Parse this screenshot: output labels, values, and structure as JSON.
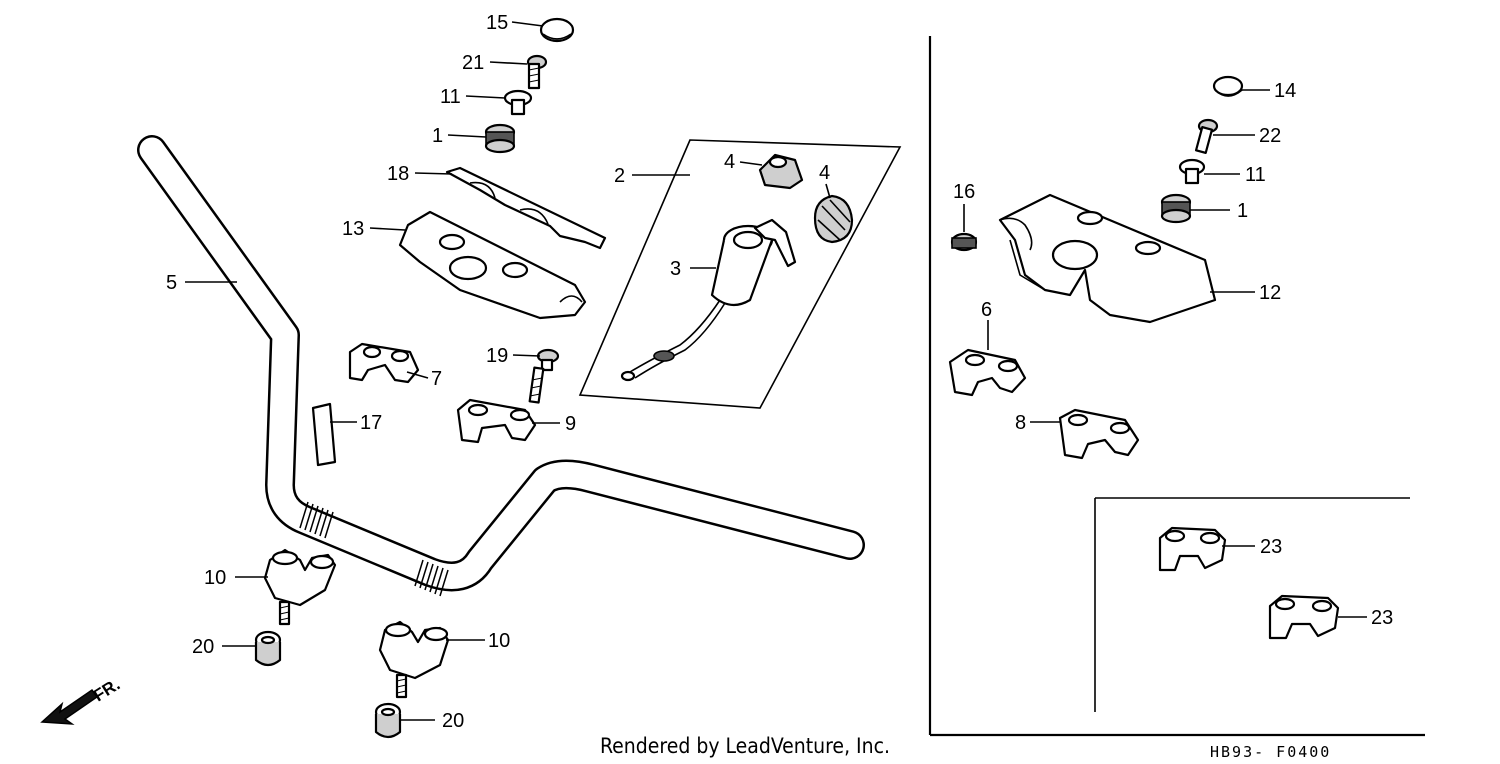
{
  "diagram": {
    "labels": {
      "p1a": "1",
      "p1b": "1",
      "p2": "2",
      "p3": "3",
      "p4a": "4",
      "p4b": "4",
      "p5": "5",
      "p6": "6",
      "p7": "7",
      "p8": "8",
      "p9": "9",
      "p10a": "10",
      "p10b": "10",
      "p11a": "11",
      "p11b": "11",
      "p12": "12",
      "p13": "13",
      "p14": "14",
      "p15": "15",
      "p16": "16",
      "p17": "17",
      "p18": "18",
      "p19": "19",
      "p20a": "20",
      "p20b": "20",
      "p21": "21",
      "p22": "22",
      "p23a": "23",
      "p23b": "23"
    },
    "direction_label": "FR.",
    "credit": "Rendered by LeadVenture, Inc.",
    "diagram_code": "HB93- F0400"
  }
}
